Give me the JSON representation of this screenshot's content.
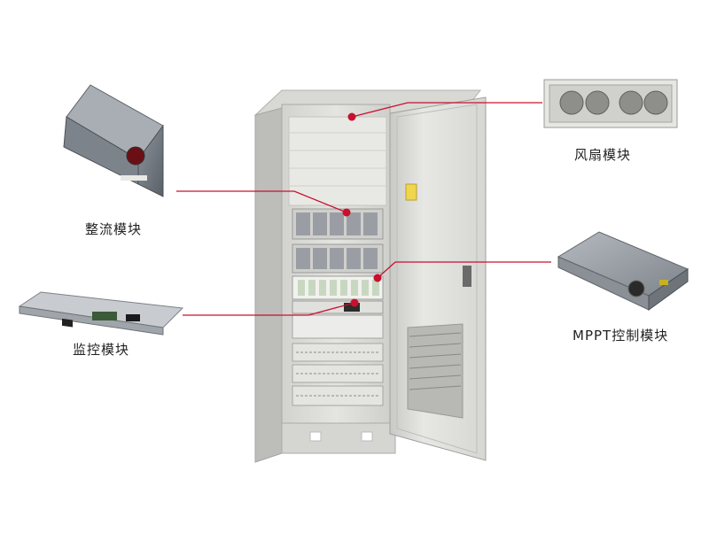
{
  "labels": {
    "fan_module": "风扇模块",
    "rectifier_module": "整流模块",
    "monitor_module": "监控模块",
    "mppt_module": "MPPT控制模块"
  },
  "colors": {
    "callout_line": "#c8102e",
    "cabinet_body": "#dcdcda",
    "cabinet_shadow": "#b9b9b6"
  }
}
